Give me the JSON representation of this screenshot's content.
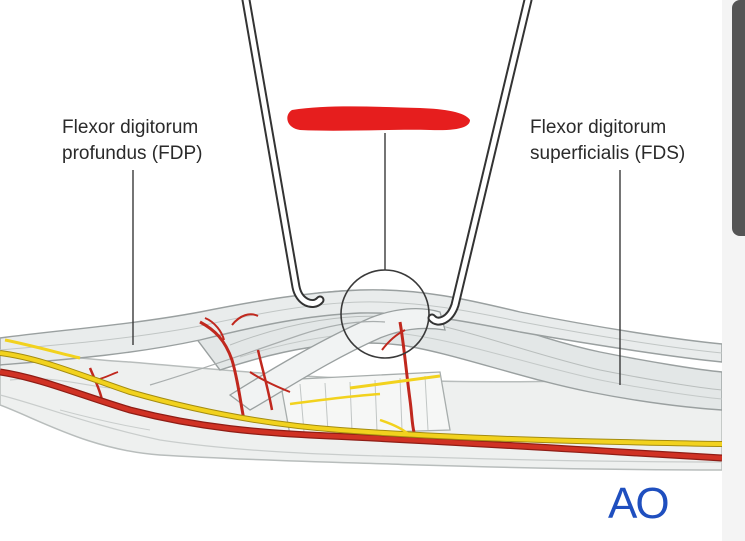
{
  "labels": {
    "fdp_line1": "Flexor digitorum",
    "fdp_line2": "profundus (FDP)",
    "fds_line1": "Flexor digitorum",
    "fds_line2": "superficialis (FDS)"
  },
  "logo": "AO",
  "colors": {
    "redaction": "#e61e1e",
    "artery": "#c0281e",
    "nerve": "#f2d21e",
    "tendon": "#dfe3e3",
    "tendon_stroke": "#9aa0a0",
    "bone": "#eef0ef",
    "instrument": "#333333",
    "logo": "#1f4fbf",
    "scrollbar_thumb": "#555555"
  }
}
